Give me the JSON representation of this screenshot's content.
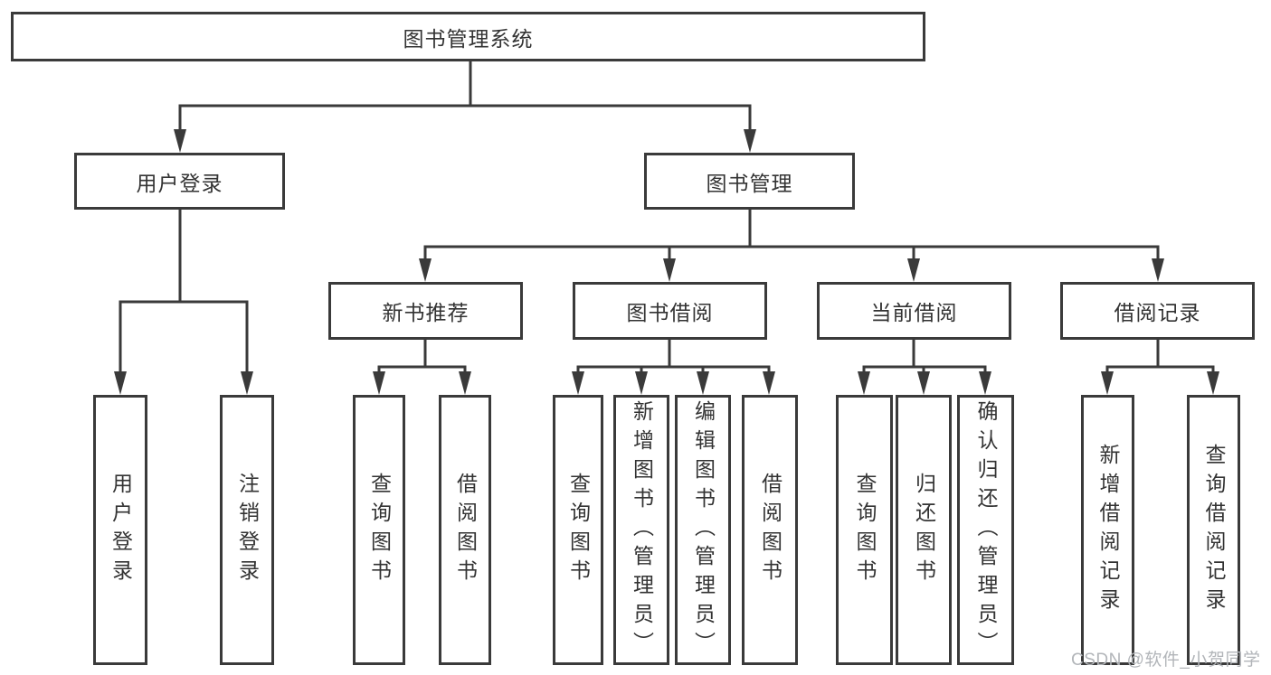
{
  "diagram_title": "图书管理系统",
  "tree": {
    "root": {
      "label": "图书管理系统"
    },
    "children": [
      {
        "label": "用户登录",
        "leaves": [
          {
            "label": "用户登录"
          },
          {
            "label": "注销登录"
          }
        ]
      },
      {
        "label": "图书管理",
        "children": [
          {
            "label": "新书推荐",
            "leaves": [
              {
                "label": "查询图书"
              },
              {
                "label": "借阅图书"
              }
            ]
          },
          {
            "label": "图书借阅",
            "leaves": [
              {
                "label": "查询图书"
              },
              {
                "label": "新增图书（管理员）"
              },
              {
                "label": "编辑图书（管理员）"
              },
              {
                "label": "借阅图书"
              }
            ]
          },
          {
            "label": "当前借阅",
            "leaves": [
              {
                "label": "查询图书"
              },
              {
                "label": "归还图书"
              },
              {
                "label": "确认归还（管理员）"
              }
            ]
          },
          {
            "label": "借阅记录",
            "leaves": [
              {
                "label": "新增借阅记录"
              },
              {
                "label": "查询借阅记录"
              }
            ]
          }
        ]
      }
    ]
  },
  "watermark": {
    "text": "CSDN @软件_小贺同学"
  },
  "colors": {
    "line": "#3a3a3a",
    "text": "#333333",
    "watermark": "#b2b5b9",
    "background": "#ffffff"
  }
}
